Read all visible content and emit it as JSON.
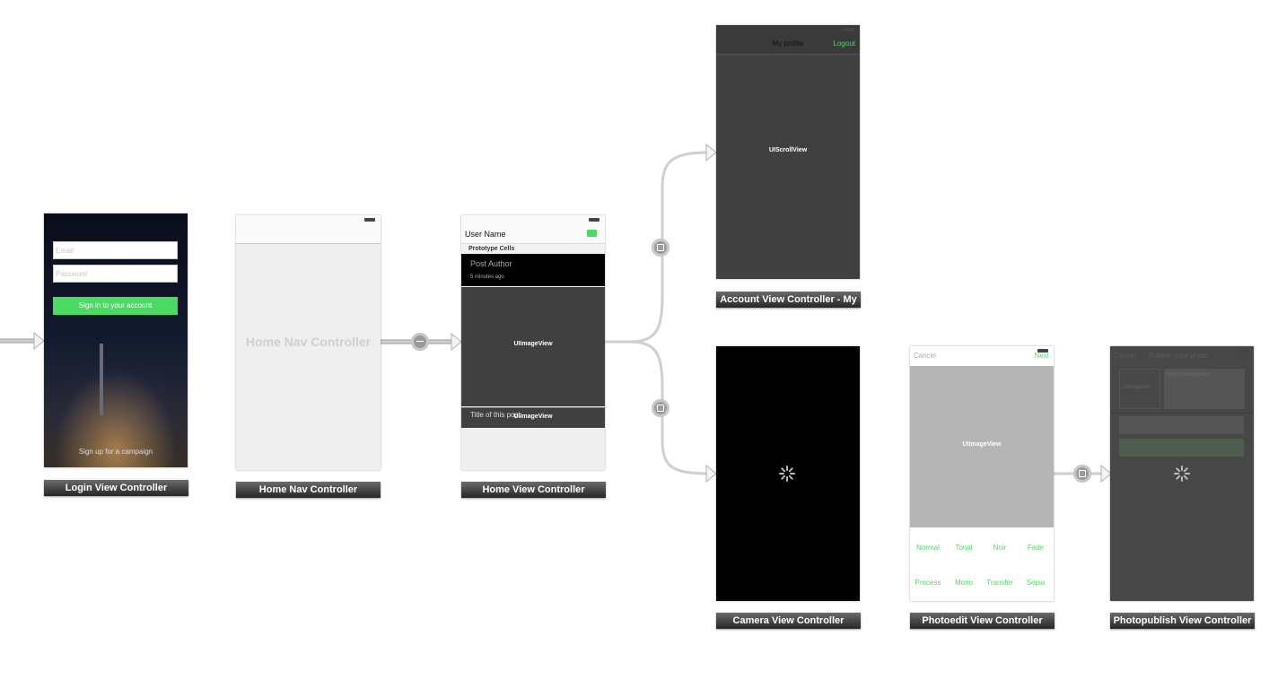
{
  "colors": {
    "accent_green": "#4cd964",
    "canvas": "#ffffff",
    "scene_dark": "#404040"
  },
  "login": {
    "email_placeholder": "Email",
    "password_placeholder": "Password",
    "signin_label": "Sign in to your account",
    "signup_link": "Sign up for a campaign",
    "scene_label": "Login View Controller"
  },
  "home_nav": {
    "placeholder": "Home Nav Controller",
    "scene_label": "Home Nav Controller"
  },
  "home": {
    "nav_title": "User Name",
    "camera_icon": "camera-icon",
    "prototype_header": "Prototype Cells",
    "post_author": "Post Author",
    "post_time": "5 minutes ago",
    "image_view": "UIImageView",
    "post_title": "Title of this post",
    "title_image_view": "UIImageView",
    "scene_label": "Home View Controller"
  },
  "account": {
    "nav_title": "My profile",
    "logout": "Logout",
    "scroll_view": "UIScrollView",
    "scene_label": "Account View Controller - My"
  },
  "camera": {
    "spinner_icon": "activity-indicator-icon",
    "scene_label": "Camera View Controller"
  },
  "photoedit": {
    "cancel": "Cancel",
    "next": "Next",
    "image_view": "UIImageView",
    "filters": [
      "Normal",
      "Tonal",
      "Noir",
      "Fade",
      "Process",
      "Mono",
      "Transfer",
      "Sepia"
    ],
    "scene_label": "Photoedit View Controller"
  },
  "photopublish": {
    "cancel": "Cancel",
    "nav_title": "Publish your photo",
    "image_view": "UIImageVie",
    "description": "Photo Description",
    "scene_label": "Photopublish View Controller"
  }
}
